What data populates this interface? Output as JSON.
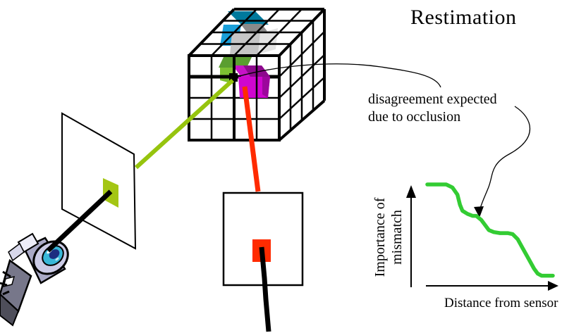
{
  "title": "Restimation",
  "annotation": {
    "line1": "disagreement expected",
    "line2": "due to occlusion"
  },
  "chart_data": {
    "type": "line",
    "title": "",
    "xlabel": "Distance from sensor",
    "ylabel": "Importance of mismatch",
    "ylabel_lines": [
      "Importance of",
      "mismatch"
    ],
    "axis_ticks": [],
    "legend": "none",
    "grid": "off",
    "x_range_norm": [
      0,
      1
    ],
    "y_range_norm": [
      0,
      1
    ],
    "series": [
      {
        "name": "importance of mismatch vs distance from sensor",
        "color": "#33cc33",
        "points_norm": [
          [
            0.0,
            1.0
          ],
          [
            0.15,
            1.0
          ],
          [
            0.2,
            0.97
          ],
          [
            0.24,
            0.9
          ],
          [
            0.26,
            0.8
          ],
          [
            0.28,
            0.74
          ],
          [
            0.32,
            0.71
          ],
          [
            0.36,
            0.69
          ],
          [
            0.39,
            0.69
          ],
          [
            0.43,
            0.65
          ],
          [
            0.46,
            0.6
          ],
          [
            0.49,
            0.55
          ],
          [
            0.53,
            0.53
          ],
          [
            0.58,
            0.52
          ],
          [
            0.64,
            0.52
          ],
          [
            0.68,
            0.51
          ],
          [
            0.72,
            0.46
          ],
          [
            0.76,
            0.37
          ],
          [
            0.81,
            0.26
          ],
          [
            0.85,
            0.17
          ],
          [
            0.88,
            0.12
          ],
          [
            0.91,
            0.1
          ],
          [
            0.96,
            0.1
          ],
          [
            1.0,
            0.1
          ]
        ]
      }
    ]
  },
  "diagram": {
    "elements": {
      "voxel_cube": "4x4x4 wireframe voxel cube",
      "camera": "camera-icon",
      "image_plane_left": "tilted white plane with green pixel patch",
      "image_plane_bottom": "white plane with red pixel patch"
    },
    "colors": {
      "teal_voxel_top": "#00799c",
      "teal_voxel_front": "#199fd9",
      "gray_voxel_top": "#8a8a8a",
      "gray_voxel_front": "#c6c6c6",
      "gray_voxel_side": "#e4e4e4",
      "green_voxel_top": "#5a9e30",
      "green_voxel_front": "#7cc032",
      "magenta_voxel": "#cf06cf",
      "magenta_voxel_dark": "#8d098d",
      "lime_ray": "#96c40e",
      "green_patch": "#a4c614",
      "red_ray": "#ff2b00",
      "red_patch": "#ff2b00",
      "curve_green": "#33cc33",
      "ink": "#000000"
    }
  }
}
